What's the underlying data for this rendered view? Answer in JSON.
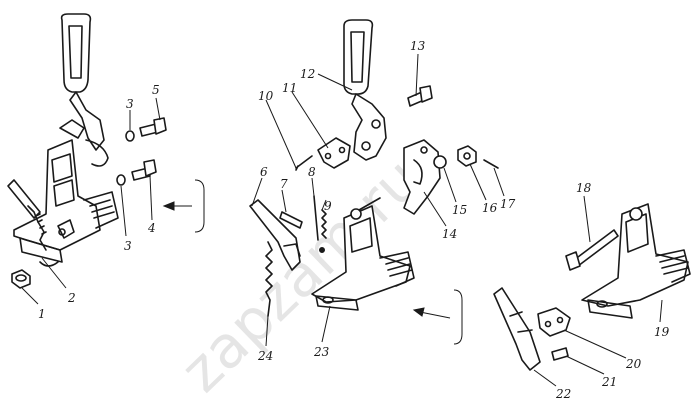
{
  "watermark": "zapzam.ru",
  "callouts": {
    "n1": "1",
    "n2": "2",
    "n3a": "3",
    "n3b": "3",
    "n4": "4",
    "n5": "5",
    "n6": "6",
    "n7": "7",
    "n8": "8",
    "n9": "9",
    "n10": "10",
    "n11": "11",
    "n12": "12",
    "n13": "13",
    "n14": "14",
    "n15": "15",
    "n16": "16",
    "n17": "17",
    "n18": "18",
    "n19": "19",
    "n20": "20",
    "n21": "21",
    "n22": "22",
    "n23": "23",
    "n24": "24"
  }
}
